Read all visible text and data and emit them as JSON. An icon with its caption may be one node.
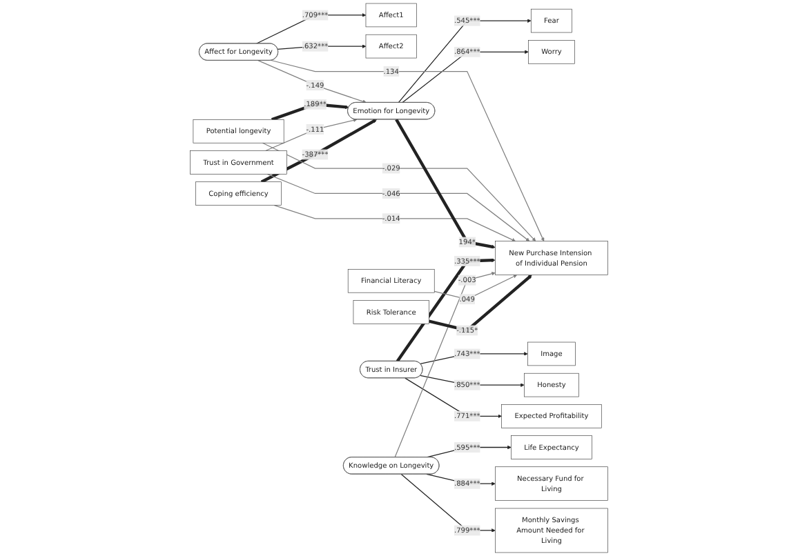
{
  "diagram": {
    "nodes": [
      {
        "text": [
          "Affect1"
        ]
      },
      {
        "text": [
          "Affect2"
        ]
      },
      {
        "text": [
          "Affect for Longevity"
        ]
      },
      {
        "text": [
          "Fear"
        ]
      },
      {
        "text": [
          "Worry"
        ]
      },
      {
        "text": [
          "Potential longevity"
        ]
      },
      {
        "text": [
          "Trust in Government"
        ]
      },
      {
        "text": [
          "Coping efficiency"
        ]
      },
      {
        "text": [
          "Emotion for Longevity"
        ]
      },
      {
        "text": [
          "Image"
        ]
      },
      {
        "text": [
          "Honesty"
        ]
      },
      {
        "text": [
          "Expected Profitability"
        ]
      },
      {
        "text": [
          "Trust in Insurer"
        ]
      },
      {
        "text": [
          "New Purchase Intension of Individual Pension"
        ]
      },
      {
        "text": [
          "Life Expectancy"
        ]
      },
      {
        "text": [
          "Necessary Fund for Living"
        ]
      },
      {
        "text": [
          "Monthly Savings Amount Needed for Living"
        ]
      },
      {
        "text": [
          "Knowledge on Longevity"
        ]
      },
      {
        "text": [
          "Financial Literacy"
        ]
      },
      {
        "text": [
          "Risk Tolerance"
        ]
      }
    ],
    "edges": [
      {
        "from": 2,
        "to": 0,
        "arrow": "to",
        "label": ".709***"
      },
      {
        "from": 2,
        "to": 1,
        "arrow": "to",
        "label": ".632***"
      },
      {
        "from": 8,
        "to": 3,
        "arrow": "to",
        "label": ".545***"
      },
      {
        "from": 8,
        "to": 4,
        "arrow": "to",
        "label": ".864***"
      },
      {
        "from": 2,
        "to": 8,
        "arrow": "to",
        "label": "-.149",
        "color": "#808080"
      },
      {
        "from": 2,
        "to": 13,
        "arrow": "to",
        "label": ".134",
        "color": "#808080"
      },
      {
        "from": 5,
        "to": 8,
        "arrow": "to",
        "label": ".189**",
        "style": "thick"
      },
      {
        "from": 6,
        "to": 8,
        "arrow": "to",
        "label": "-.111",
        "color": "#808080"
      },
      {
        "from": 7,
        "to": 8,
        "arrow": "to",
        "label": "-387***",
        "style": "thick"
      },
      {
        "from": 5,
        "to": 13,
        "arrow": "to",
        "label": "-.029",
        "color": "#808080"
      },
      {
        "from": 6,
        "to": 13,
        "arrow": "to",
        "label": "-.046",
        "color": "#808080"
      },
      {
        "from": 7,
        "to": 13,
        "arrow": "to",
        "label": "-.014",
        "color": "#808080"
      },
      {
        "from": 8,
        "to": 13,
        "arrow": "to",
        "label": "194*",
        "style": "thick"
      },
      {
        "from": 12,
        "to": 9,
        "arrow": "to",
        "label": ".743***"
      },
      {
        "from": 12,
        "to": 10,
        "arrow": "to",
        "label": ".850***"
      },
      {
        "from": 12,
        "to": 11,
        "arrow": "to",
        "label": ".771***"
      },
      {
        "from": 12,
        "to": 13,
        "arrow": "to",
        "label": ".335***",
        "style": "thick"
      },
      {
        "from": 17,
        "to": 14,
        "arrow": "to",
        "label": ".595***"
      },
      {
        "from": 17,
        "to": 15,
        "arrow": "to",
        "label": ".884***"
      },
      {
        "from": 17,
        "to": 16,
        "arrow": "to",
        "label": ".799***"
      },
      {
        "from": 17,
        "to": 13,
        "arrow": "to",
        "label": "-.003",
        "color": "#808080"
      },
      {
        "from": 18,
        "to": 13,
        "arrow": "to",
        "label": ".049",
        "color": "#808080"
      },
      {
        "from": 19,
        "to": 13,
        "arrow": "to",
        "label": "-.115*",
        "style": "thick"
      }
    ]
  }
}
